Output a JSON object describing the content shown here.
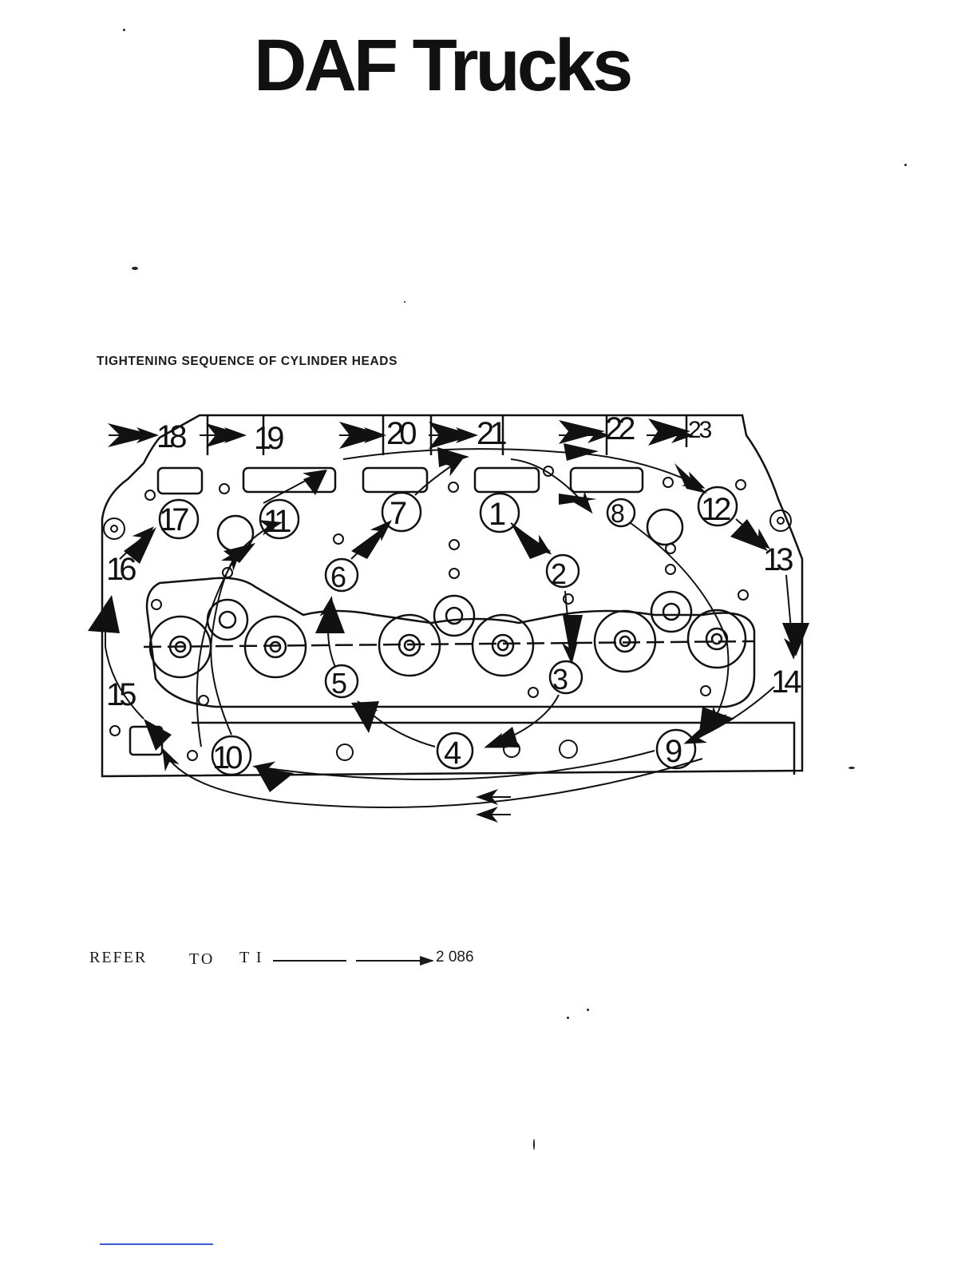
{
  "header": {
    "brand": "DAF Trucks"
  },
  "diagram": {
    "title": "TIGHTENING SEQUENCE OF CYLINDER HEADS",
    "sequence_labels": [
      "1",
      "2",
      "3",
      "4",
      "5",
      "6",
      "7",
      "8",
      "9",
      "10",
      "11",
      "12",
      "13",
      "14",
      "15",
      "16",
      "17",
      "18",
      "19",
      "20",
      "21",
      "22",
      "23"
    ]
  },
  "footer": {
    "refer": "REFER",
    "to": "TO",
    "ti": "T I",
    "code": "2 086"
  }
}
